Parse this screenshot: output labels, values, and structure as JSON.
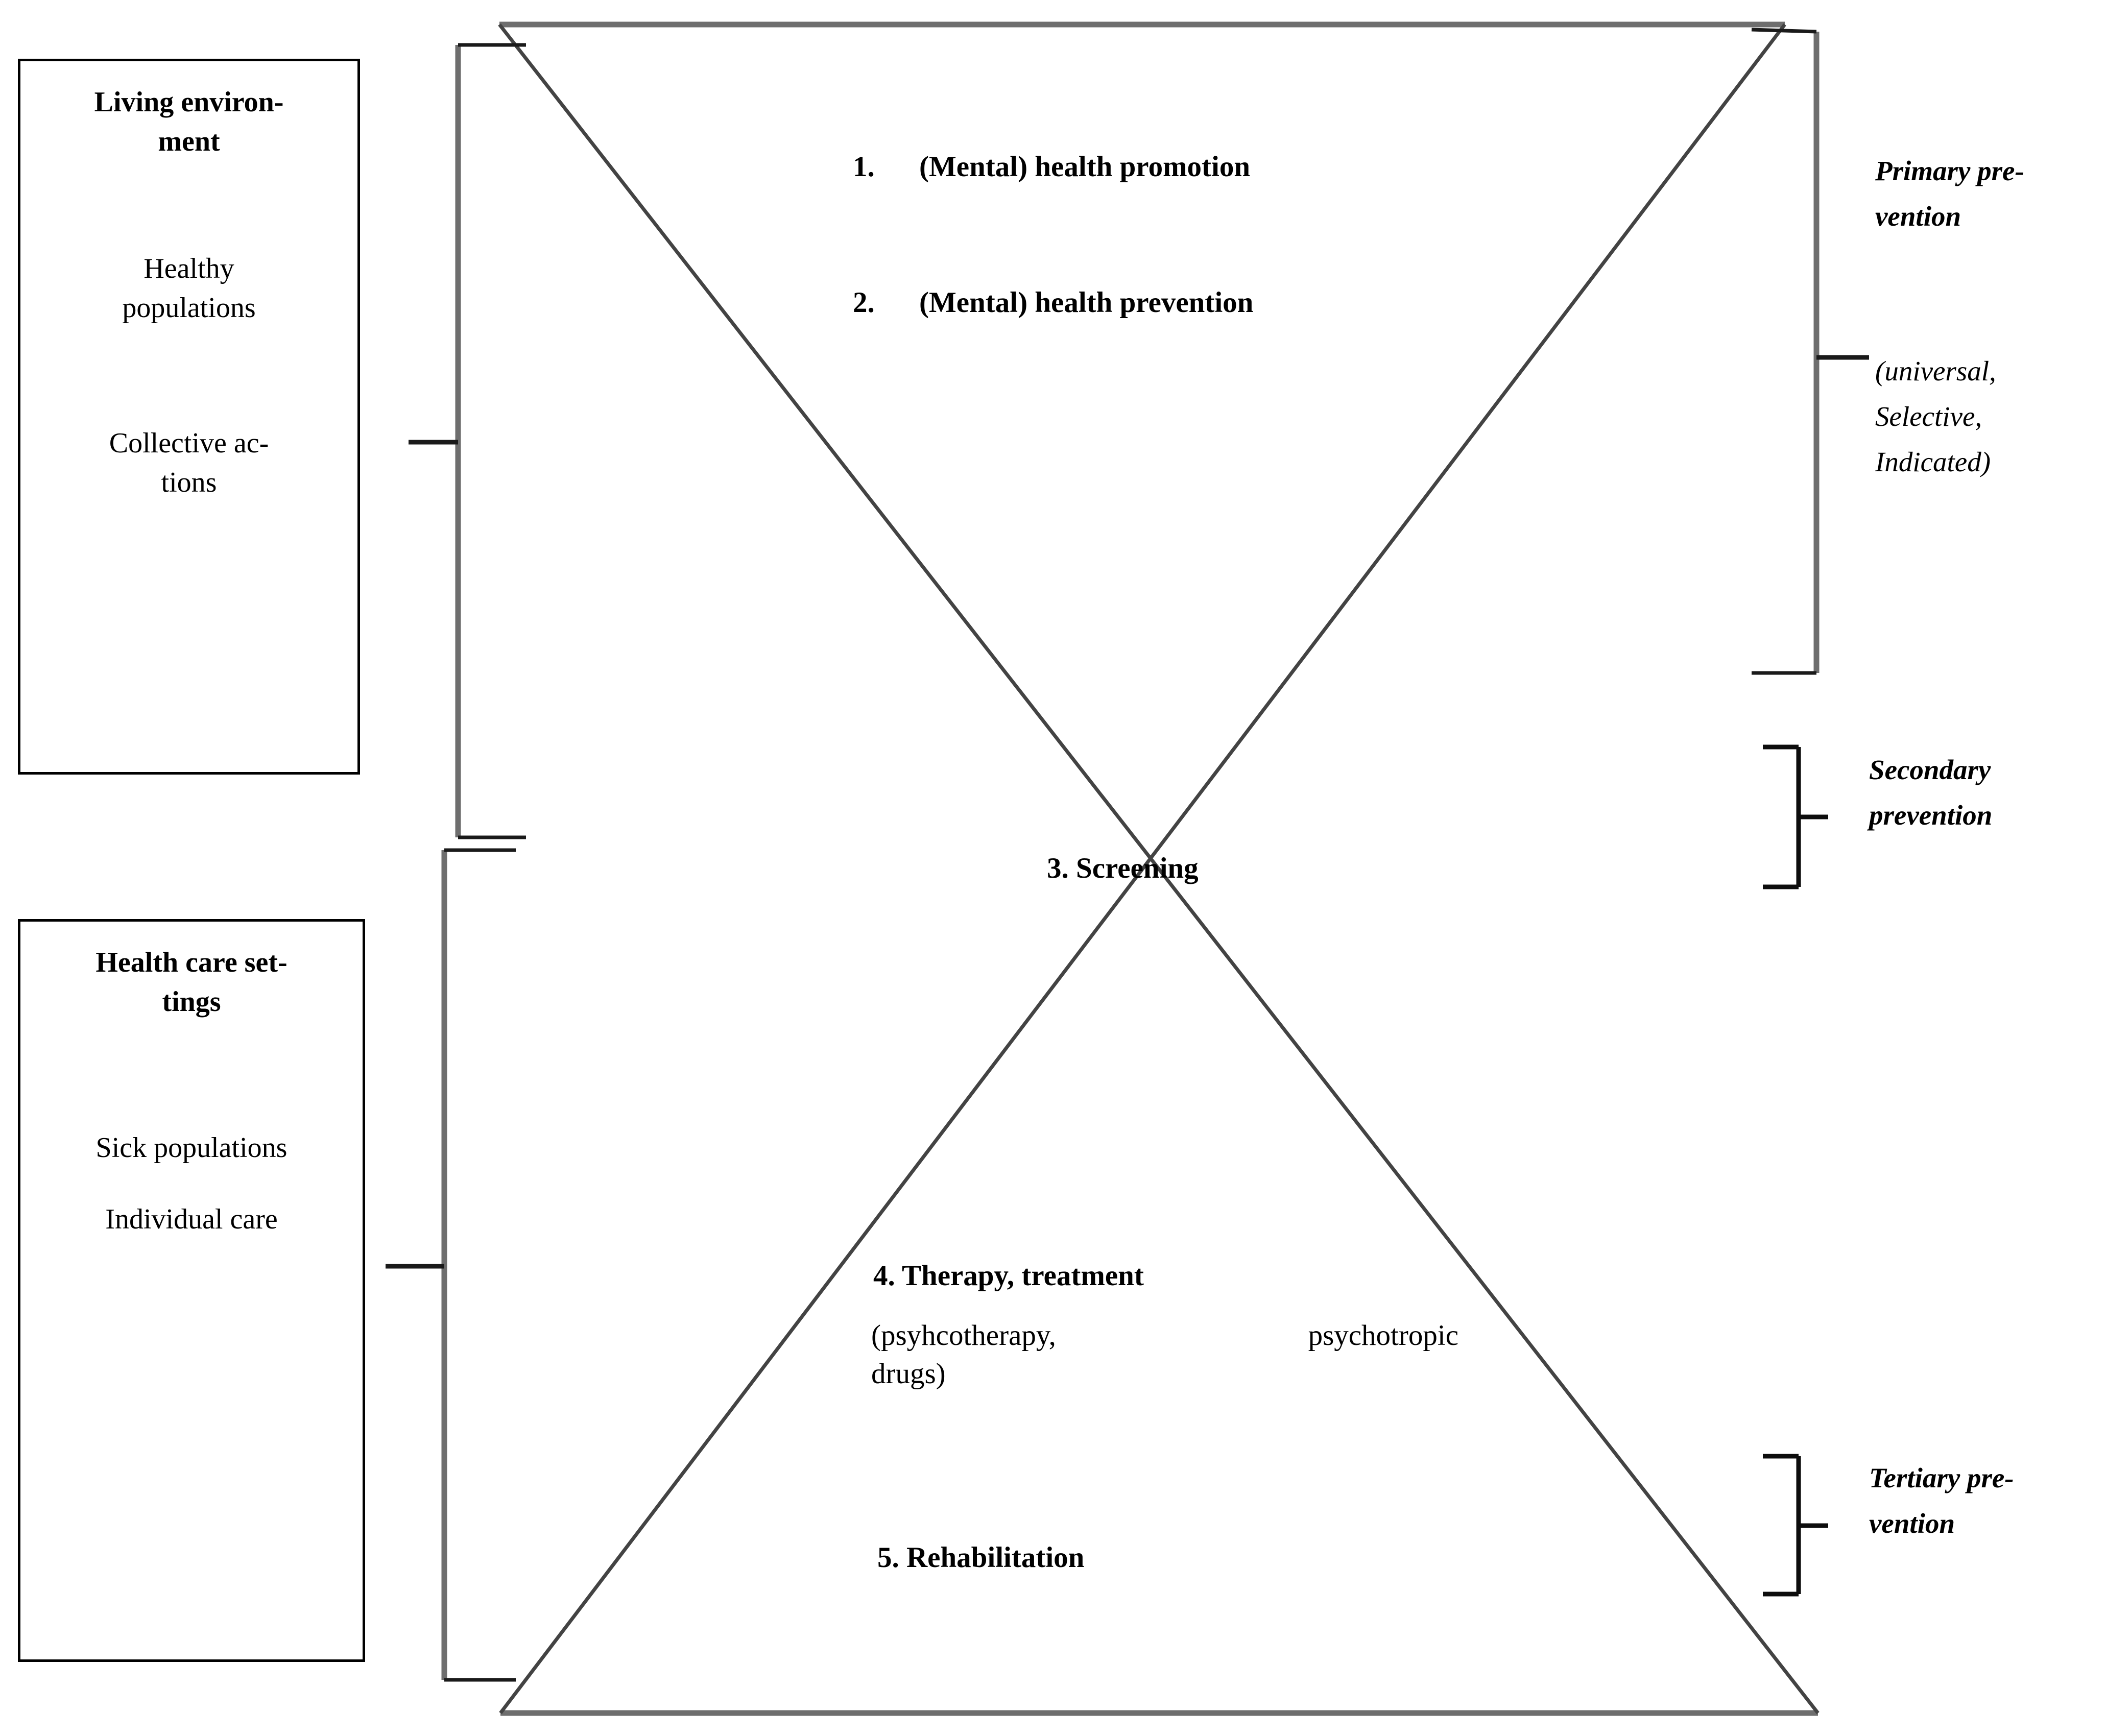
{
  "diagram": {
    "title": "Prevention continuum pyramid",
    "line_color": "#3f3f3f",
    "box_border_color": "#000000",
    "background": "#ffffff"
  },
  "settings_boxes": [
    {
      "name": "living-environment",
      "title": "Living environ-",
      "title_2": "ment",
      "lines": [
        "Healthy",
        "populations",
        "Collective ac-",
        "tions"
      ]
    },
    {
      "name": "health-care-settings",
      "title": "Health care set-",
      "title_2": "tings",
      "lines": [
        "Sick populations",
        "Individual care"
      ]
    }
  ],
  "interventions": [
    {
      "number": "1.",
      "label": "(Mental) health promotion"
    },
    {
      "number": "2.",
      "label": "(Mental) health prevention"
    }
  ],
  "screening": {
    "label": "3. Screening"
  },
  "therapy": {
    "label": "4. Therapy, treatment",
    "sub_line_1_left": "(psyhcotherapy,",
    "sub_line_1_right": "psychotropic",
    "sub_line_2": "drugs)"
  },
  "rehabilitation": {
    "label": "5. Rehabilitation"
  },
  "prevention_levels": [
    {
      "name": "primary",
      "line_1": "Primary pre-",
      "line_2": "vention",
      "detail_1": "(universal,",
      "detail_2": "Selective,",
      "detail_3": "Indicated)"
    },
    {
      "name": "secondary",
      "line_1": "Secondary",
      "line_2": "prevention"
    },
    {
      "name": "tertiary",
      "line_1": "Tertiary pre-",
      "line_2": "vention"
    }
  ]
}
